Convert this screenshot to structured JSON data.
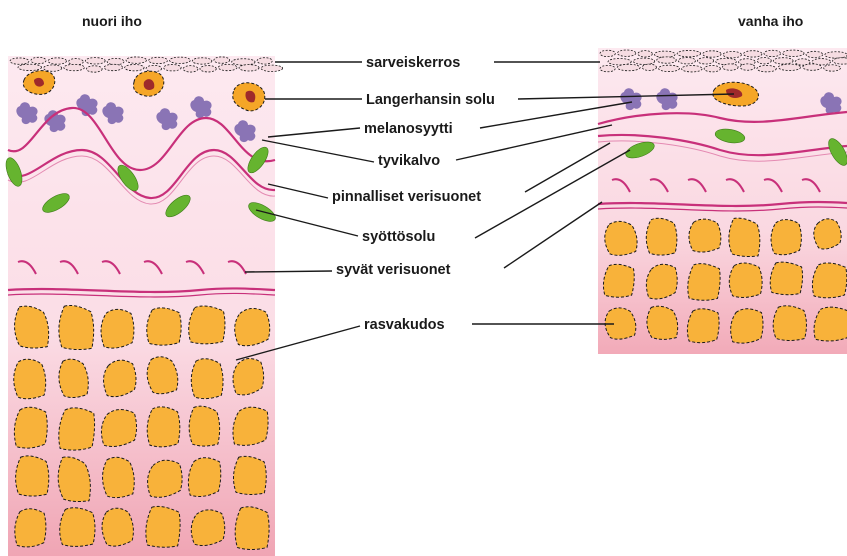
{
  "titles": {
    "young": "nuori iho",
    "old": "vanha  iho"
  },
  "labels": [
    {
      "id": "horny",
      "text": "sarveiskerros"
    },
    {
      "id": "langerhans",
      "text": "Langerhansin solu"
    },
    {
      "id": "melanocyte",
      "text": "melanosyytti"
    },
    {
      "id": "basement",
      "text": "tyvikalvo"
    },
    {
      "id": "superficial-vessels",
      "text": "pinnalliset verisuonet"
    },
    {
      "id": "mast-cell",
      "text": "syöttösolu"
    },
    {
      "id": "deep-vessels",
      "text": "syvät verisuonet"
    },
    {
      "id": "fat",
      "text": "rasvakudos"
    }
  ],
  "colors": {
    "skin_light": "#fde7ee",
    "skin_dark": "#f3aeba",
    "horny_cell": "#f6dce2",
    "langerhans": "#f5a627",
    "langerhans_core": "#9e2a2b",
    "melanocyte": "#8a74b5",
    "mast_cell": "#66b42f",
    "vessel": "#c8307a",
    "fat": "#f8b23a",
    "line": "#1a1a1a"
  }
}
